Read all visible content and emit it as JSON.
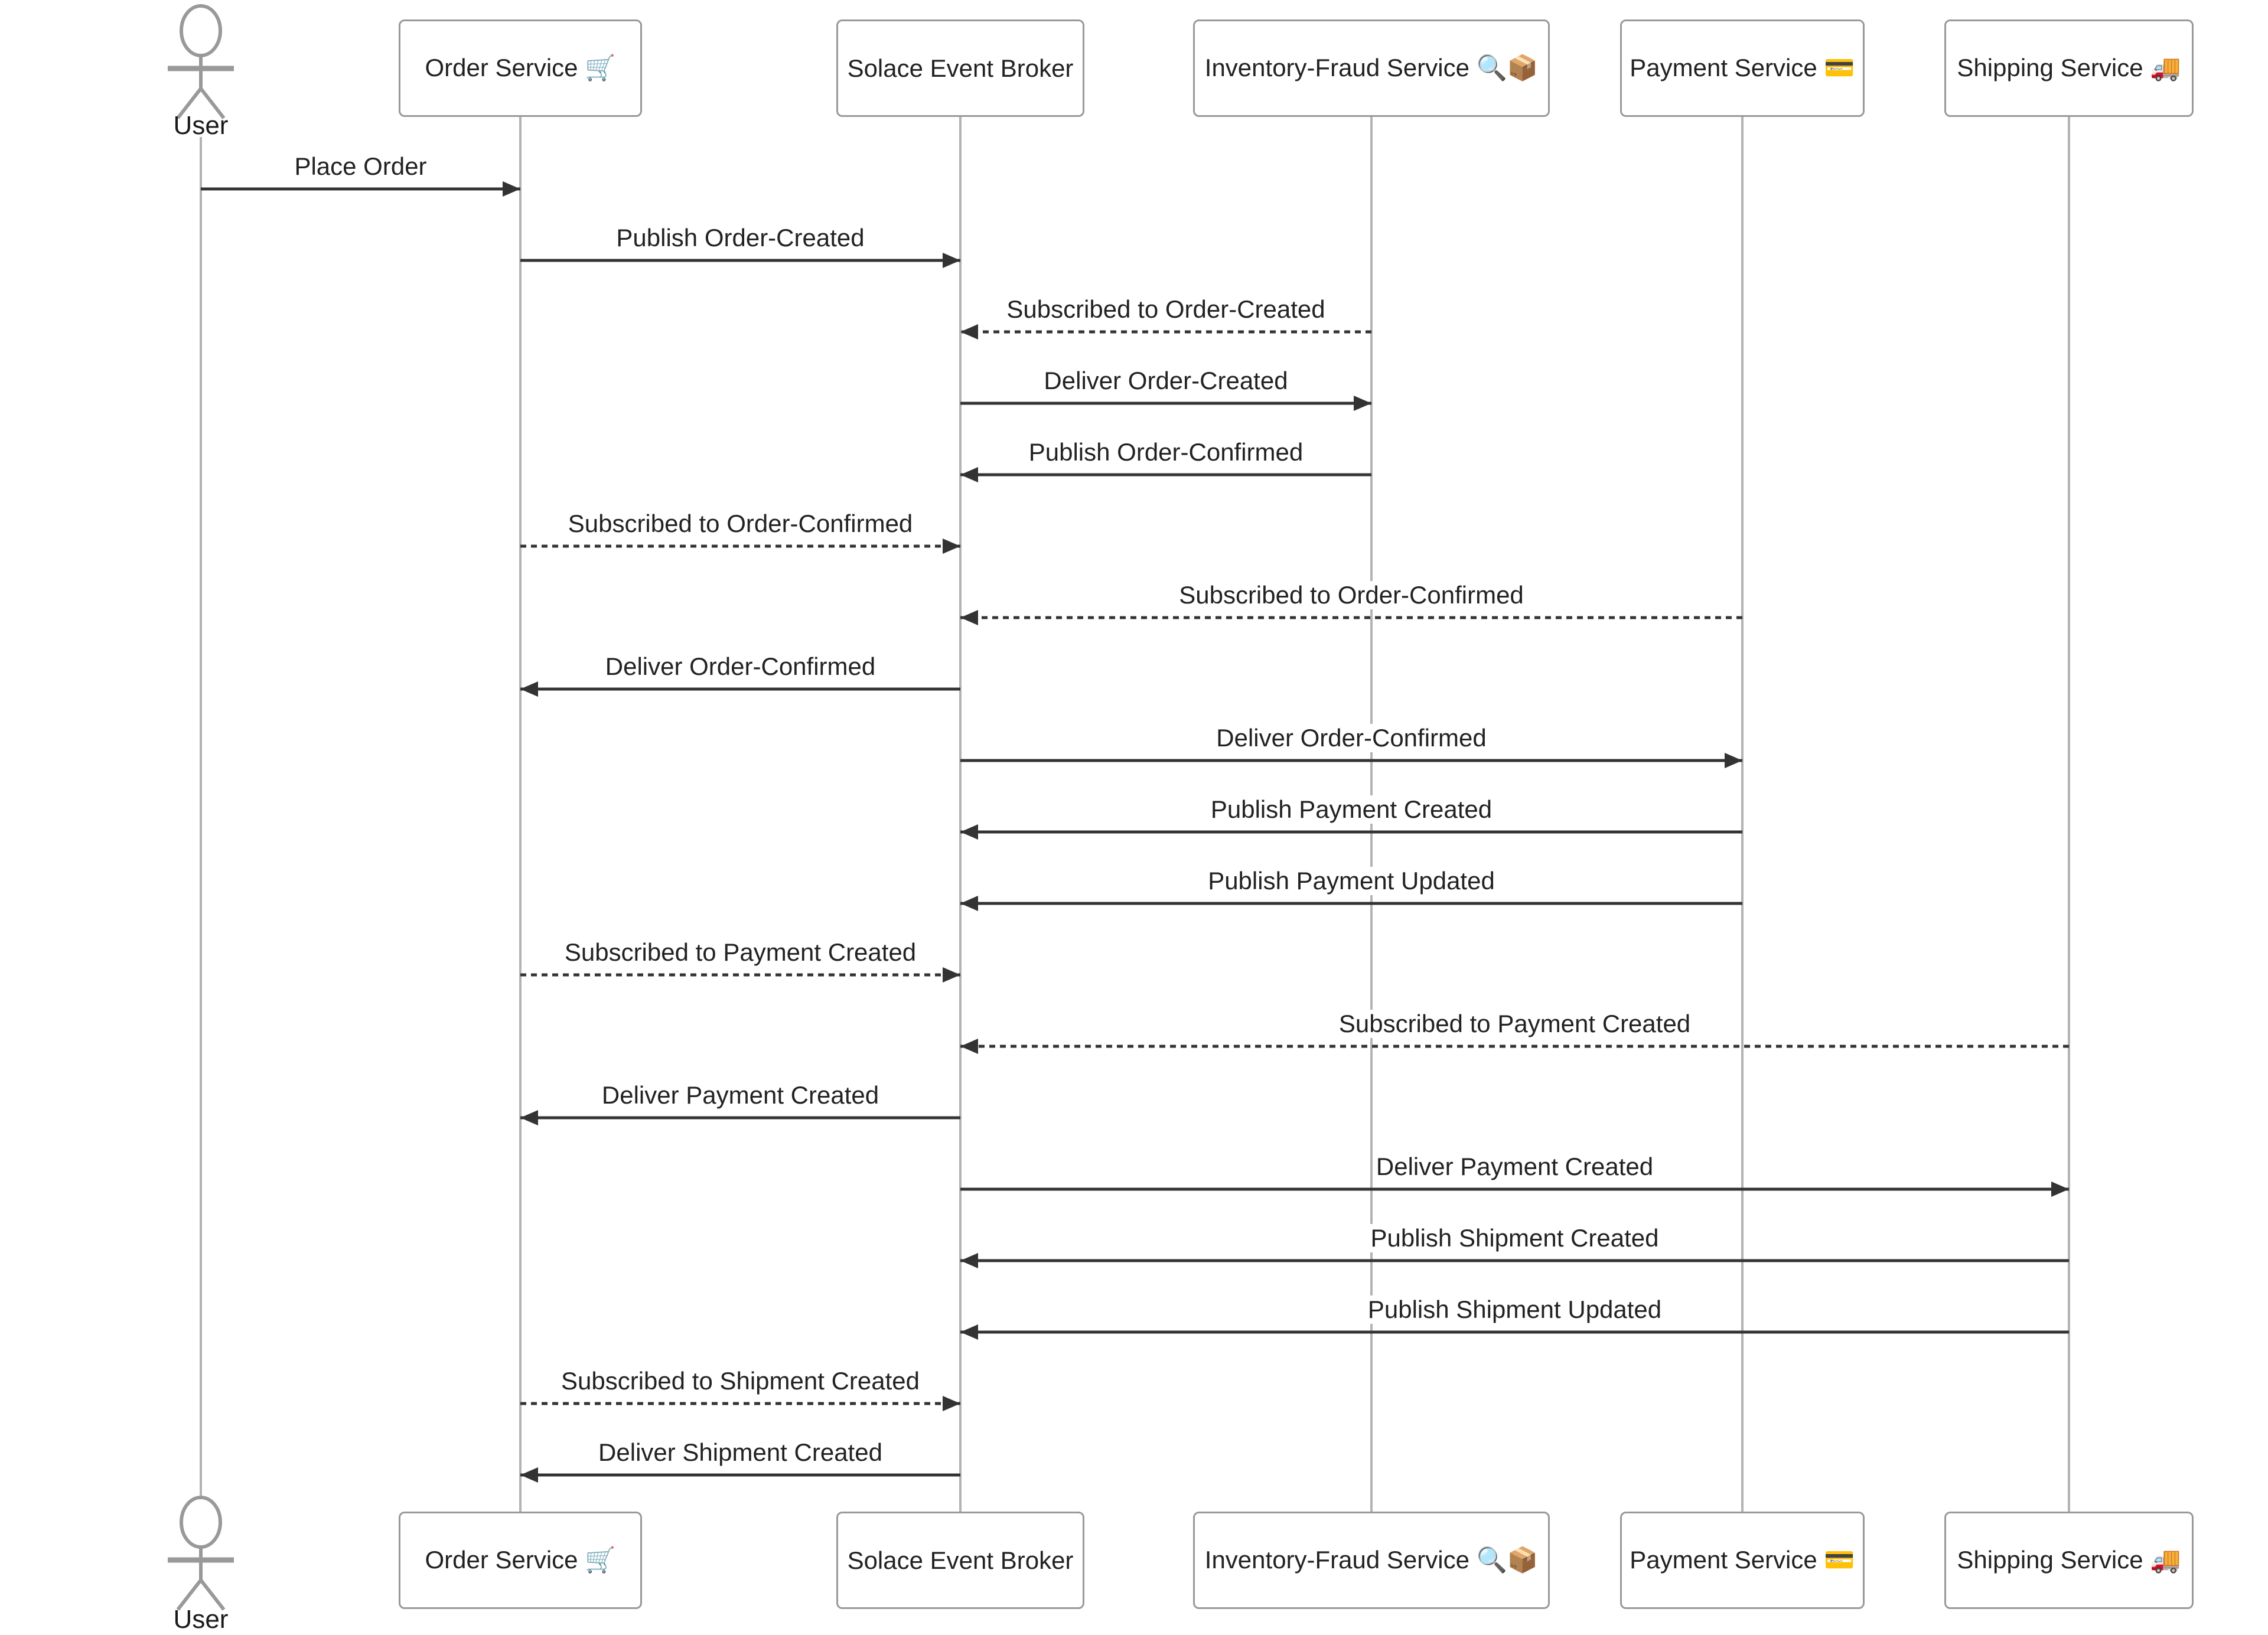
{
  "diagram": {
    "type": "sequence-diagram",
    "actor": {
      "id": "user",
      "label": "User",
      "icon": "stick-figure-actor"
    },
    "participants": [
      {
        "id": "order",
        "label": "Order Service 🛒",
        "icon": "shopping-cart-emoji"
      },
      {
        "id": "broker",
        "label": "Solace Event Broker",
        "icon": "none"
      },
      {
        "id": "inventory",
        "label": "Inventory-Fraud Service 🔍📦",
        "icon": "magnifier-and-package-emoji"
      },
      {
        "id": "payment",
        "label": "Payment Service 💳",
        "icon": "credit-card-emoji"
      },
      {
        "id": "shipping",
        "label": "Shipping Service 🚚",
        "icon": "delivery-truck-emoji"
      }
    ],
    "messages": [
      {
        "from": "user",
        "to": "order",
        "label": "Place Order",
        "line": "solid"
      },
      {
        "from": "order",
        "to": "broker",
        "label": "Publish Order-Created",
        "line": "solid"
      },
      {
        "from": "inventory",
        "to": "broker",
        "label": "Subscribed to Order-Created",
        "line": "dashed"
      },
      {
        "from": "broker",
        "to": "inventory",
        "label": "Deliver Order-Created",
        "line": "solid"
      },
      {
        "from": "inventory",
        "to": "broker",
        "label": "Publish Order-Confirmed",
        "line": "solid"
      },
      {
        "from": "order",
        "to": "broker",
        "label": "Subscribed to Order-Confirmed",
        "line": "dashed"
      },
      {
        "from": "payment",
        "to": "broker",
        "label": "Subscribed to Order-Confirmed",
        "line": "dashed"
      },
      {
        "from": "broker",
        "to": "order",
        "label": "Deliver Order-Confirmed",
        "line": "solid"
      },
      {
        "from": "broker",
        "to": "payment",
        "label": "Deliver Order-Confirmed",
        "line": "solid"
      },
      {
        "from": "payment",
        "to": "broker",
        "label": "Publish Payment Created",
        "line": "solid"
      },
      {
        "from": "payment",
        "to": "broker",
        "label": "Publish Payment Updated",
        "line": "solid"
      },
      {
        "from": "order",
        "to": "broker",
        "label": "Subscribed to Payment Created",
        "line": "dashed"
      },
      {
        "from": "shipping",
        "to": "broker",
        "label": "Subscribed to Payment Created",
        "line": "dashed"
      },
      {
        "from": "broker",
        "to": "order",
        "label": "Deliver Payment Created",
        "line": "solid"
      },
      {
        "from": "broker",
        "to": "shipping",
        "label": "Deliver Payment Created",
        "line": "solid"
      },
      {
        "from": "shipping",
        "to": "broker",
        "label": "Publish Shipment Created",
        "line": "solid"
      },
      {
        "from": "shipping",
        "to": "broker",
        "label": "Publish Shipment Updated",
        "line": "solid"
      },
      {
        "from": "order",
        "to": "broker",
        "label": "Subscribed to Shipment Created",
        "line": "dashed"
      },
      {
        "from": "broker",
        "to": "order",
        "label": "Deliver Shipment Created",
        "line": "solid"
      }
    ],
    "colors": {
      "background": "#ffffff",
      "message_line": "#333333",
      "message_text": "#222222",
      "lifeline": "#b3b3b3",
      "actor_stroke": "#999999",
      "box_border": "#999999",
      "box_fill": "#ffffff",
      "box_text": "#222222"
    }
  }
}
